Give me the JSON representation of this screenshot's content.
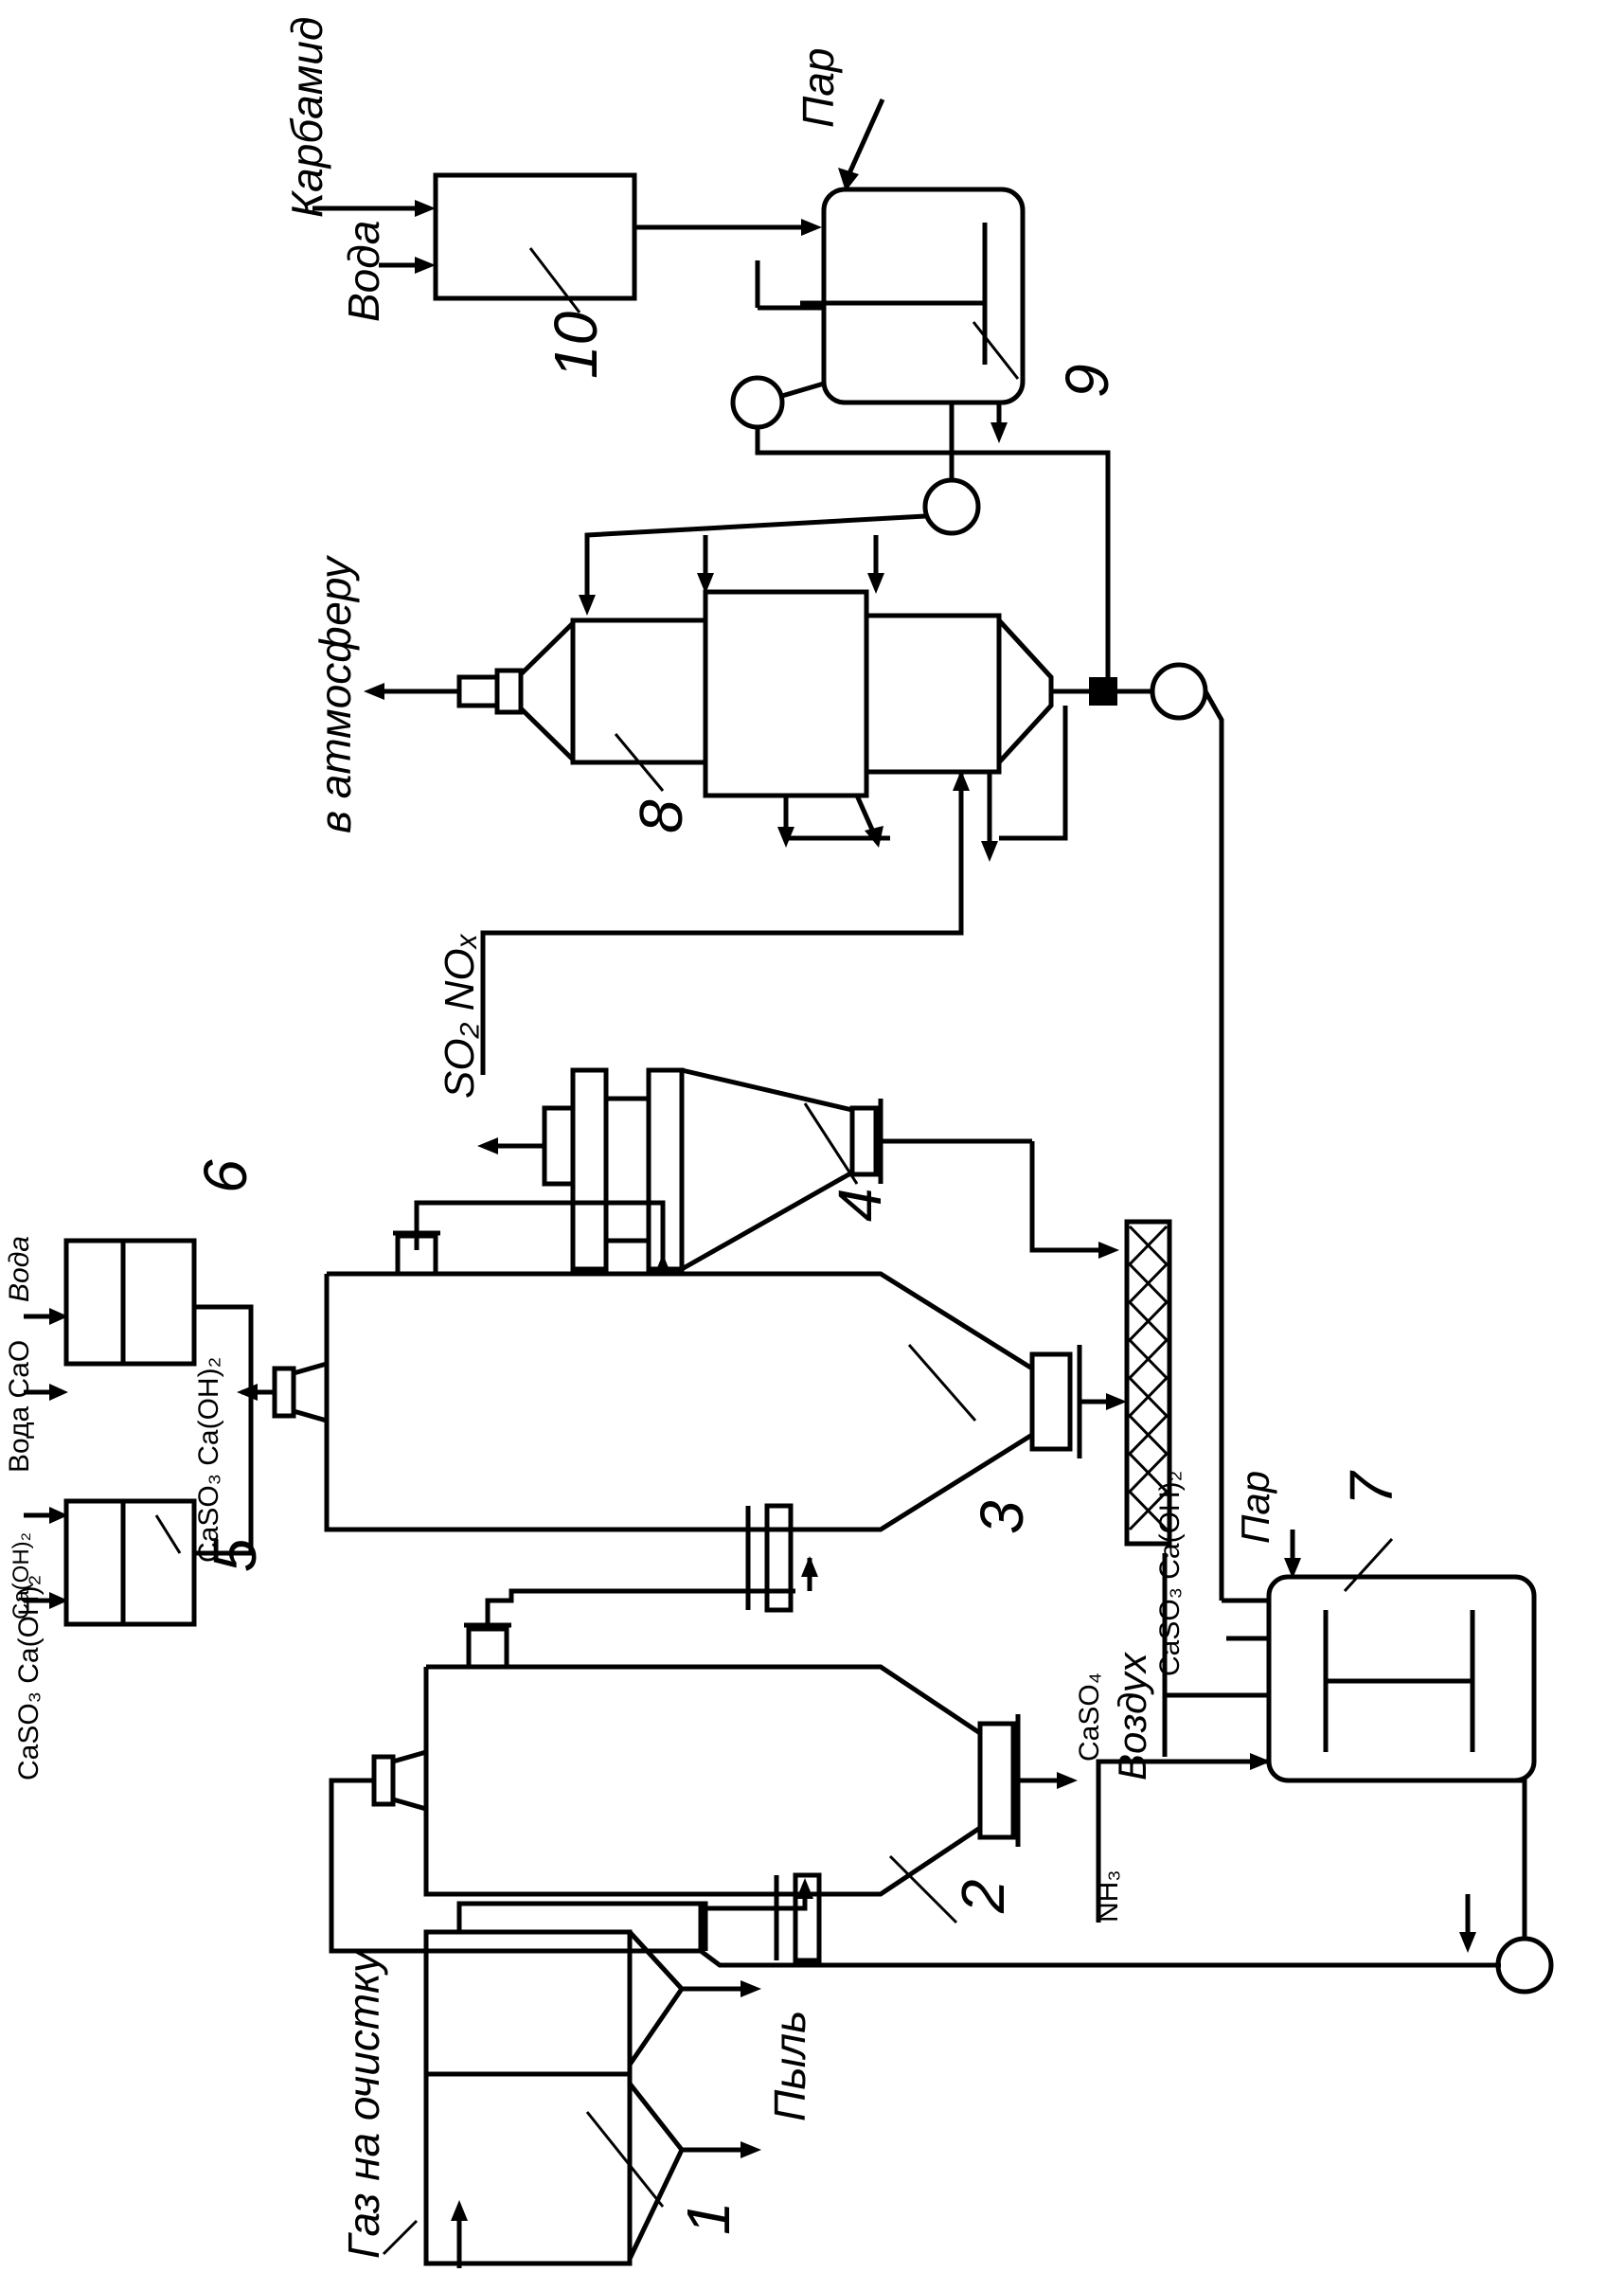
{
  "labels": {
    "gas_in": "Газ на очистку",
    "dust": "Пыль",
    "voda_10": "Вода",
    "karbamid": "Карбамид",
    "par_9": "Пар",
    "atmosphere": "в атмосферу",
    "so2_nox": "SO₂ NOₓ",
    "caso3_caoh2_left": "CaSO₃ Ca(OH)₂",
    "voda_cao": "Вода CaO",
    "voda_6": "Вода",
    "caso3_caoh2_mid": "CaSO₃ Ca(OH)₂",
    "caso4": "CaSO₄",
    "vozduh": "Воздух",
    "nh3": "NH₃",
    "par_7": "Пар",
    "caso3_caoh2_7": "CaSO₃ Ca(OH)₂",
    "caoh2_top": "Ca(OH)₂"
  },
  "units": [
    "1",
    "2",
    "3",
    "4",
    "5",
    "6",
    "7",
    "8",
    "9",
    "10"
  ]
}
